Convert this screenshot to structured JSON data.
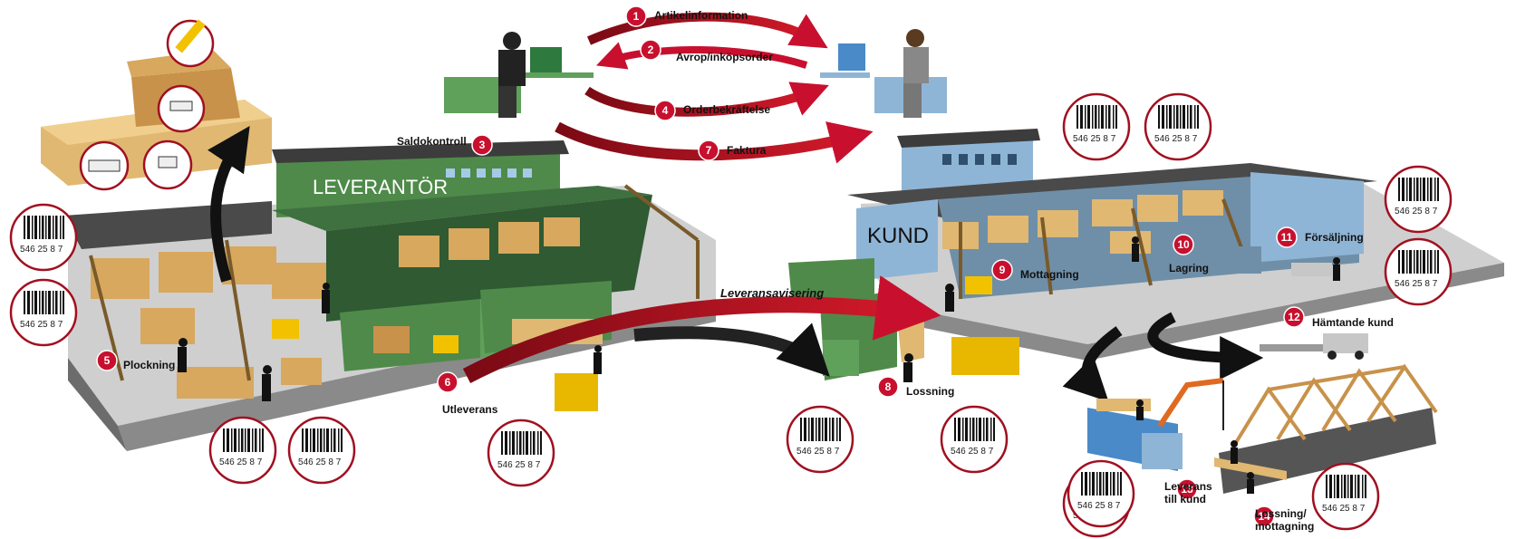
{
  "supplier": {
    "sign": "LEVERANTÖR"
  },
  "customer": {
    "sign": "KUND"
  },
  "barcode_number": "46 25 8 7",
  "barcode_prefix": "5",
  "arrow_label": "Leveransavisering",
  "steps": [
    {
      "num": "1",
      "label": "Artikelinformation"
    },
    {
      "num": "2",
      "label": "Avrop/inköpsorder"
    },
    {
      "num": "3",
      "label": "Saldokontroll"
    },
    {
      "num": "4",
      "label": "Orderbekräftelse"
    },
    {
      "num": "5",
      "label": "Plockning"
    },
    {
      "num": "6",
      "label": "Utleverans"
    },
    {
      "num": "7",
      "label": "Faktura"
    },
    {
      "num": "8",
      "label": "Lossning"
    },
    {
      "num": "9",
      "label": "Mottagning"
    },
    {
      "num": "10",
      "label": "Lagring"
    },
    {
      "num": "11",
      "label": "Försäljning"
    },
    {
      "num": "12",
      "label": "Hämtande kund"
    },
    {
      "num": "13",
      "label_lines": [
        "Leverans",
        "till kund"
      ]
    },
    {
      "num": "14",
      "label_lines": [
        "Lossning/",
        "mottagning"
      ]
    }
  ],
  "colors": {
    "badge": "#c8102e",
    "supplier_green": "#4f8a4a",
    "customer_blue": "#8fb5d6",
    "roof": "#4a4a4a",
    "floor": "#d6d6d6",
    "lumber": "#e0b872"
  }
}
